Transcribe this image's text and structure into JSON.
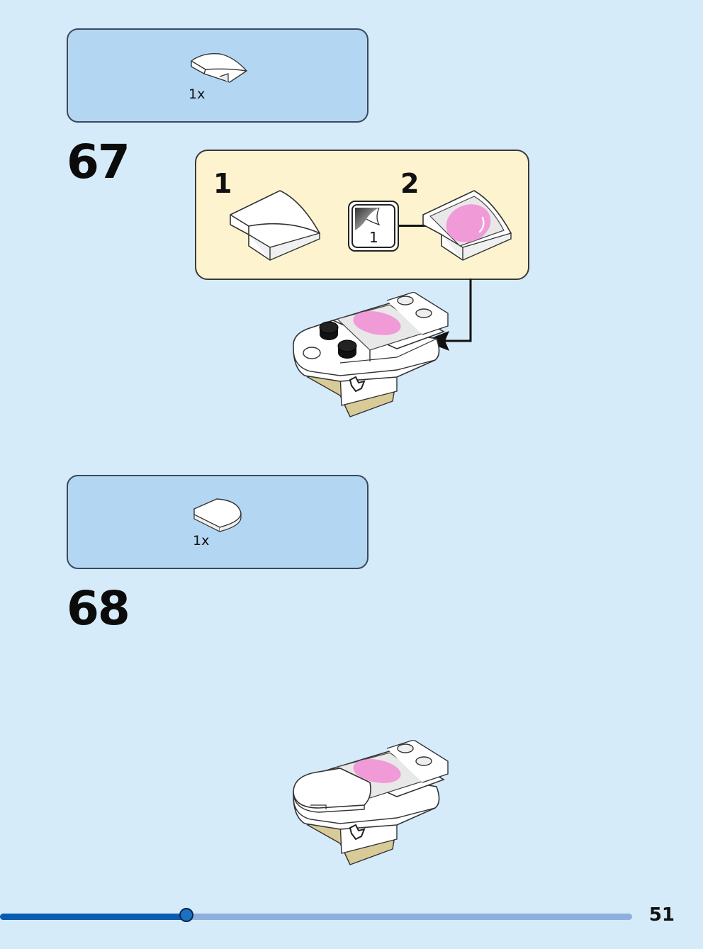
{
  "steps": [
    {
      "number": "67",
      "parts": [
        {
          "quantity": "1x",
          "icon": "curved-slope-tile-white"
        }
      ],
      "substeps": [
        {
          "number": "1",
          "icon": "curved-slope-brick-white"
        },
        {
          "number": "2",
          "icon": "curved-slope-brick-with-pink-sticker"
        }
      ],
      "sticker": {
        "label": "1",
        "icon": "sticker-sheet-icon"
      },
      "model_icon": "partial-model-step-67"
    },
    {
      "number": "68",
      "parts": [
        {
          "quantity": "1x",
          "icon": "round-tile-white"
        }
      ],
      "model_icon": "partial-model-step-68"
    }
  ],
  "progress": {
    "fraction": 0.295
  },
  "page_number": "51",
  "colors": {
    "background": "#d6ebfa",
    "parts_box": "#b3d6f3",
    "substep_box": "#fdf4cf",
    "sticker_pink": "#f19ad8",
    "tan": "#d9cb97",
    "progress_fill": "#0a5cb0",
    "progress_track": "#8db0df"
  }
}
